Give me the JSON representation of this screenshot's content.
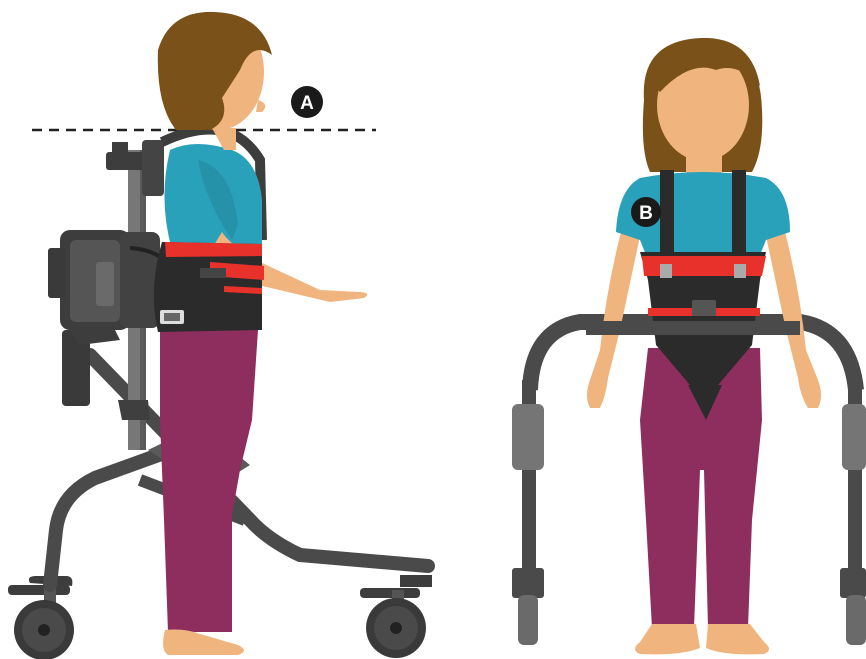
{
  "markers": {
    "a": "A",
    "b": "B"
  },
  "colors": {
    "skin": "#F0B47E",
    "hair": "#7A5219",
    "shirt": "#2AA1BA",
    "pants": "#8E2E5F",
    "harness": "#2B2B2B",
    "harness_red": "#E8312A",
    "frame": "#4A4A4A",
    "frame_light": "#6E6E6E",
    "marker_bg": "#1A1A1A"
  },
  "icons": [
    "child-side-view",
    "child-front-view",
    "gait-trainer-side",
    "gait-trainer-front",
    "hip-harness",
    "chest-support",
    "caster-wheel"
  ]
}
